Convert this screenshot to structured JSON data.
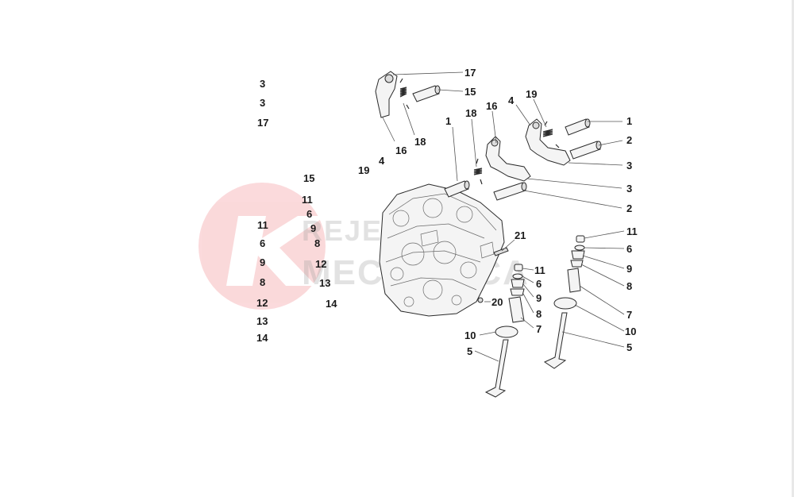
{
  "watermark": {
    "line1": "REJEM",
    "line2": "MECCANICA",
    "logo_color": "#e41b23"
  },
  "left_index": {
    "col1": [
      "3",
      "3",
      "17",
      "11",
      "6",
      "9",
      "8",
      "12",
      "13",
      "14"
    ],
    "col2": [
      "15",
      "11",
      "6",
      "9",
      "8",
      "12",
      "13",
      "14"
    ],
    "row_19": "19",
    "row_4": "4"
  },
  "callouts": {
    "c17_top": "17",
    "c15_top": "15",
    "c18_left": "18",
    "c16_left": "16",
    "c1_mid": "1",
    "c18_mid": "18",
    "c16_mid": "16",
    "c4_right": "4",
    "c19_right": "19",
    "c1_right": "1",
    "c2_right_top": "2",
    "c3_right_top": "3",
    "c3_mid": "3",
    "c2_mid": "2",
    "c21": "21",
    "c11_right": "11",
    "c6_right": "6",
    "c9_right": "9",
    "c8_right": "8",
    "c7_right": "7",
    "c10_right": "10",
    "c5_right": "5",
    "c11_left": "11",
    "c6_left": "6",
    "c9_left": "9",
    "c20": "20",
    "c8_left": "8",
    "c7_left": "7",
    "c10_left": "10",
    "c5_left": "5"
  }
}
